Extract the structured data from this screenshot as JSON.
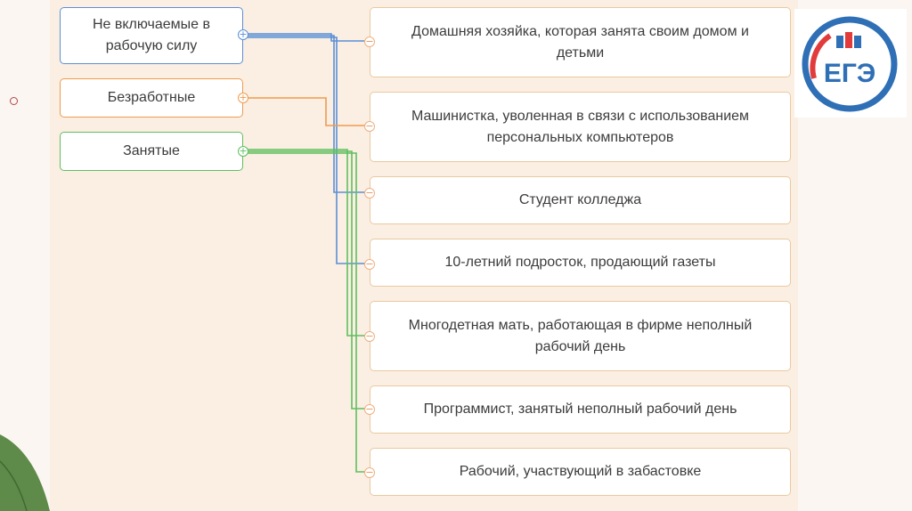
{
  "categories": [
    {
      "label": "Не включаемые в рабочую силу",
      "color": "#5b8fd6"
    },
    {
      "label": "Безработные",
      "color": "#ef9b50"
    },
    {
      "label": "Занятые",
      "color": "#5fbf5f"
    }
  ],
  "items": [
    "Домашняя хозяйка, которая занята своим домом и детьми",
    "Машинистка, уволенная в связи с использованием персональных компьютеров",
    "Студент колледжа",
    "10-летний подросток, продающий газеты",
    "Многодетная мать, работающая в фирме неполный рабочий день",
    "Программист, занятый неполный рабочий день",
    "Рабочий, участвующий в забастовке"
  ],
  "logo": {
    "text": "ЕГЭ",
    "color": "#2e6fb5"
  },
  "icons": {
    "plus": "+",
    "minus": "−"
  }
}
